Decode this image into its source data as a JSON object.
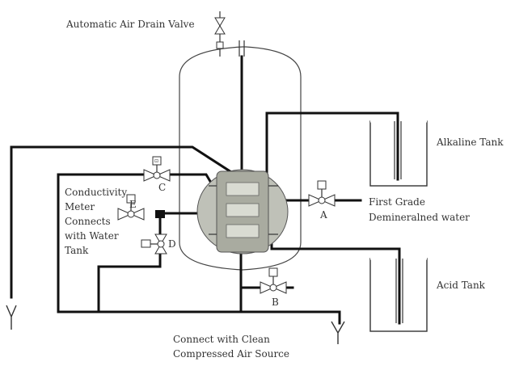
{
  "diagram": {
    "labels": {
      "air_drain_valve": "Automatic Air Drain Valve",
      "alkaline_tank": "Alkaline Tank",
      "acid_tank": "Acid Tank",
      "water_line1": "First Grade",
      "water_line2": "Demineralned water",
      "cond_line1": "Conductivity",
      "cond_line2": "Meter",
      "cond_line3": "Connects",
      "cond_line4": "with Water",
      "cond_line5": "Tank",
      "air_line1": "Connect with Clean",
      "air_line2": "Compressed Air Source"
    },
    "valves": [
      {
        "id": "A",
        "letter": "A"
      },
      {
        "id": "B",
        "letter": "B"
      },
      {
        "id": "C",
        "letter": "C"
      },
      {
        "id": "D",
        "letter": "D"
      },
      {
        "id": "E",
        "letter": "E"
      }
    ],
    "colors": {
      "pipe": "#111111",
      "vessel_outline": "#444444",
      "manifold": "#a9aba0"
    }
  }
}
